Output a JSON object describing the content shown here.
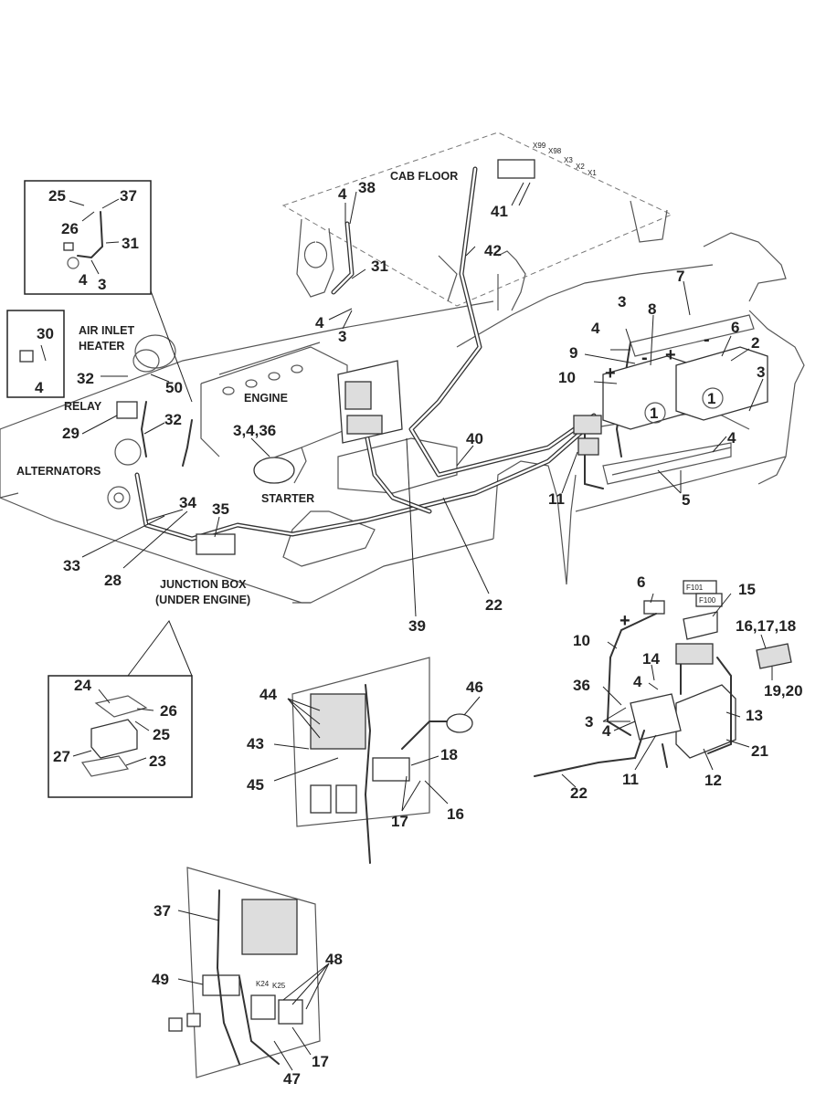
{
  "labels": {
    "cab_floor": "CAB FLOOR",
    "air_inlet_heater_1": "AIR INLET",
    "air_inlet_heater_2": "HEATER",
    "relay": "RELAY",
    "engine": "ENGINE",
    "alternators": "ALTERNATORS",
    "starter": "STARTER",
    "junction_box_1": "JUNCTION BOX",
    "junction_box_2": "(UNDER ENGINE)"
  },
  "connectors": {
    "x99": "X99",
    "x98": "X98",
    "x3": "X3",
    "x2": "X2",
    "x1": "X1",
    "f101": "F101",
    "f100": "F100",
    "k24": "K24",
    "k25": "K25"
  },
  "signs": {
    "plus": "+",
    "minus": "-"
  },
  "battery_mark": "1",
  "callouts": {
    "n25a": "25",
    "n37a": "37",
    "n26a": "26",
    "n31a": "31",
    "n4a": "4",
    "n3a": "3",
    "n30": "30",
    "n4b": "4",
    "n32a": "32",
    "n50": "50",
    "n29": "29",
    "n32b": "32",
    "n4c": "4",
    "n38": "38",
    "n31b": "31",
    "n4d": "4",
    "n3b": "3",
    "n41": "41",
    "n42": "42",
    "n7": "7",
    "n3c": "3",
    "n4e": "4",
    "n8": "8",
    "n6a": "6",
    "n2": "2",
    "n9": "9",
    "n10a": "10",
    "n3d": "3",
    "n4f": "4",
    "n5": "5",
    "n11a": "11",
    "n40": "40",
    "n3436": "3,4,36",
    "n34": "34",
    "n35": "35",
    "n33": "33",
    "n28": "28",
    "n22a": "22",
    "n39": "39",
    "n24": "24",
    "n26b": "26",
    "n25b": "25",
    "n27": "27",
    "n23": "23",
    "n44": "44",
    "n43": "43",
    "n45": "45",
    "n46": "46",
    "n18": "18",
    "n17a": "17",
    "n16": "16",
    "n6b": "6",
    "n15": "15",
    "n161718": "16,17,18",
    "n10b": "10",
    "n14": "14",
    "n4g": "4",
    "n36": "36",
    "n3e": "3",
    "n4h": "4",
    "n1920": "19,20",
    "n13": "13",
    "n21": "21",
    "n11b": "11",
    "n12": "12",
    "n22b": "22",
    "n37b": "37",
    "n48": "48",
    "n49": "49",
    "n17b": "17",
    "n47": "47"
  }
}
